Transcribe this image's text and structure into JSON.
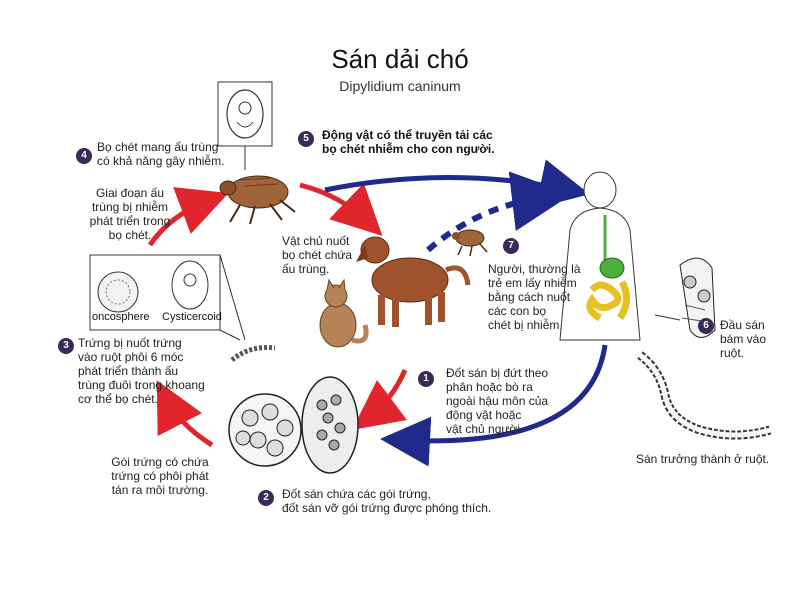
{
  "title": "Sán dải chó",
  "subtitle": "Dipylidium caninum",
  "steps": [
    {
      "num": "1",
      "text": [
        "Đốt sán bị đứt theo",
        "phân hoặc bò ra",
        "ngoài hậu môn của",
        "động vật hoặc",
        "vật chủ người."
      ]
    },
    {
      "num": "2",
      "text": [
        "Đốt sán chứa các gói trứng,",
        "đốt sán vỡ gói trứng được phóng thích."
      ]
    },
    {
      "num": "3",
      "text": [
        "Trứng bị nuốt trứng",
        "vào ruột phôi 6 móc",
        "phát triển thành ấu",
        "trùng đuôi trong khoang",
        "cơ thể bọ chét."
      ]
    },
    {
      "num": "4",
      "text": [
        "Bọ chét mang ấu trùng",
        "có khả năng gây nhiễm."
      ]
    },
    {
      "num": "5",
      "text": [
        "Động vật có thể truyền tải các",
        "bọ chét nhiễm cho con người."
      ]
    },
    {
      "num": "6",
      "text": [
        "Đầu sán",
        "bám vào",
        "ruột."
      ]
    },
    {
      "num": "7",
      "text": [
        "Người, thường là",
        "trẻ em lấy nhiễm",
        "bằng cách nuốt",
        "các con bọ",
        "chét bị nhiễm."
      ]
    }
  ],
  "notes": {
    "larva_stage": [
      "Giai đoạn ấu",
      "trùng bị nhiễm",
      "phát triển trong",
      "bọ chét."
    ],
    "host_swallow": [
      "Vật chủ nuốt",
      "bọ chét chứa",
      "ấu trùng."
    ],
    "egg_packet": [
      "Gói trứng có chứa",
      "trứng có phôi phát",
      "tán ra môi trường."
    ],
    "adult": "Sán trưởng thành ở ruột."
  },
  "inset": {
    "label_left": "oncosphere",
    "label_right": "Cysticercoid"
  },
  "colors": {
    "red_arrow": "#e0262c",
    "blue_arrow": "#1f2a8a",
    "badge": "#3a2a5a",
    "flea": "#a0643a",
    "dog": "#a0522d",
    "cat": "#b5835a",
    "intestine_green": "#4ab03a",
    "intestine_yellow": "#e8c020"
  }
}
